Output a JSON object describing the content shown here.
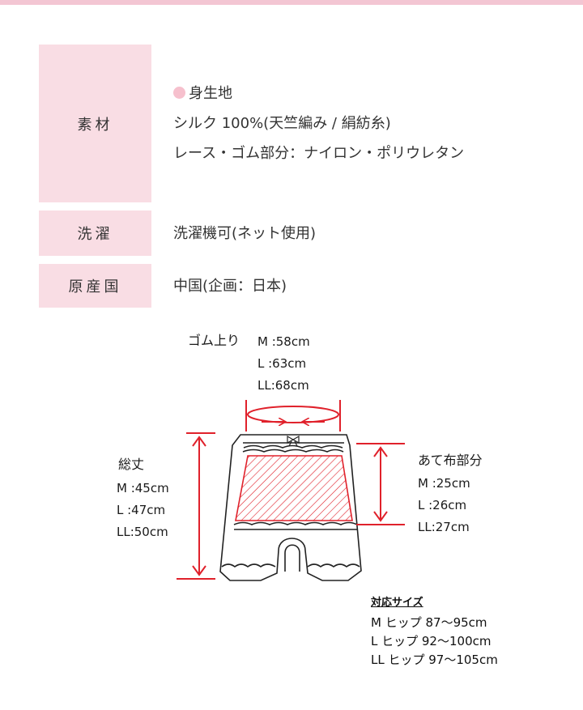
{
  "specs": {
    "material": {
      "label": "素材",
      "lines": [
        "身生地",
        "シルク 100%(天竺編み / 絹紡糸)",
        "レース・ゴム部分：ナイロン・ポリウレタン"
      ]
    },
    "washing": {
      "label": "洗濯",
      "value": "洗濯機可(ネット使用)"
    },
    "origin": {
      "label": "原産国",
      "value": "中国(企画：日本)"
    }
  },
  "diagram": {
    "waist": {
      "label": "ゴム上り",
      "values": [
        "M :58cm",
        "L :63cm",
        "LL:68cm"
      ]
    },
    "length": {
      "label": "総丈",
      "values": [
        "M :45cm",
        "L :47cm",
        "LL:50cm"
      ]
    },
    "gusset": {
      "label": "あて布部分",
      "values": [
        "M :25cm",
        "L :26cm",
        "LL:27cm"
      ]
    },
    "sizes": {
      "title": "対応サイズ",
      "rows": [
        "M  ヒップ 87～95cm",
        "L  ヒップ 92～100cm",
        "LL ヒップ 97～105cm"
      ]
    },
    "colors": {
      "accent": "#e0212b",
      "pink": "#f9dde4",
      "dot": "#f6c0cd"
    }
  }
}
